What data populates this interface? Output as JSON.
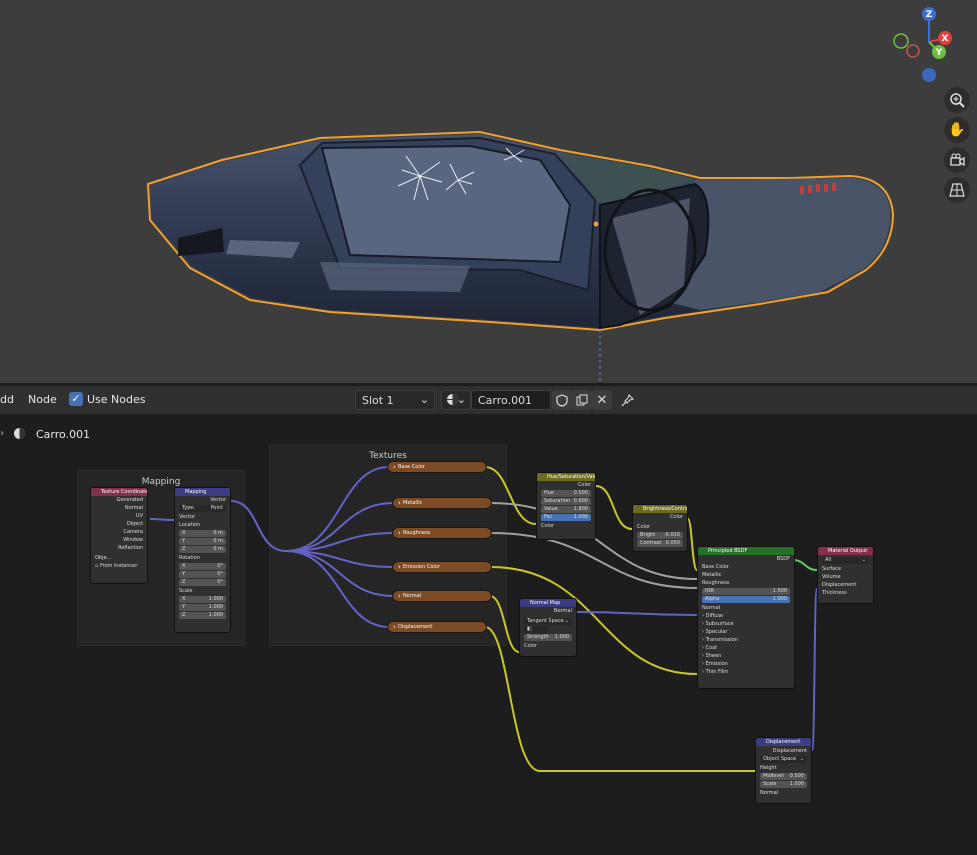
{
  "header": {
    "add_label": "dd",
    "node_label": "Node",
    "use_nodes_label": "Use Nodes",
    "use_nodes_checked": true,
    "slot_label": "Slot 1",
    "material_name": "Carro.001"
  },
  "breadcrumb": {
    "material": "Carro.001"
  },
  "gizmo": {
    "z": "Z",
    "x": "X",
    "y": "Y"
  },
  "frames": {
    "mapping": "Mapping",
    "textures": "Textures"
  },
  "nodes": {
    "texcoord": {
      "title": "Texture Coordinate",
      "outputs": [
        "Generated",
        "Normal",
        "UV",
        "Object",
        "Camera",
        "Window",
        "Reflection"
      ],
      "object_label": "Obje...",
      "from_instancer": "From Instancer"
    },
    "mapping": {
      "title": "Mapping",
      "output": "Vector",
      "type_label": "Type:",
      "type_value": "Point",
      "vector": "Vector",
      "location": "Location",
      "loc": [
        [
          "X",
          "0 m"
        ],
        [
          "Y",
          "0 m"
        ],
        [
          "Z",
          "0 m"
        ]
      ],
      "rotation": "Rotation",
      "rot": [
        [
          "X",
          "0°"
        ],
        [
          "Y",
          "0°"
        ],
        [
          "Z",
          "0°"
        ]
      ],
      "scale": "Scale",
      "scl": [
        [
          "X",
          "1.000"
        ],
        [
          "Y",
          "1.000"
        ],
        [
          "Z",
          "1.000"
        ]
      ]
    },
    "textures": [
      "Base Color",
      "Metallic",
      "Roughness",
      "Emission Color",
      "Normal",
      "Displacement"
    ],
    "huesat": {
      "title": "Hue/Saturation/Value",
      "output": "Color",
      "fields": [
        [
          "Hue",
          "0.500"
        ],
        [
          "Saturation",
          "0.600"
        ],
        [
          "Value",
          "1.800"
        ],
        [
          "Fac",
          "1.000"
        ]
      ],
      "input": "Color"
    },
    "brightcontrast": {
      "title": "Brightness/Contrast",
      "output": "Color",
      "input": "Color",
      "fields": [
        [
          "Bright",
          "-0.010"
        ],
        [
          "Contrast",
          "0.050"
        ]
      ]
    },
    "normalmap": {
      "title": "Normal Map",
      "output": "Normal",
      "space": "Tangent Space",
      "strength_label": "Strength",
      "strength": "1.000",
      "input": "Color"
    },
    "principled": {
      "title": "Principled BSDF",
      "output": "BSDF",
      "inputs": [
        "Base Color",
        "Metallic",
        "Roughness"
      ],
      "ior_label": "IOR",
      "ior": "1.500",
      "alpha_label": "Alpha",
      "alpha": "1.000",
      "normal": "Normal",
      "panels": [
        "Diffuse",
        "Subsurface",
        "Specular",
        "Transmission",
        "Coat",
        "Sheen",
        "Emission",
        "Thin Film"
      ]
    },
    "output": {
      "title": "Material Output",
      "target": "All",
      "inputs": [
        "Surface",
        "Volume",
        "Displacement",
        "Thickness"
      ]
    },
    "displacement": {
      "title": "Displacement",
      "output": "Displacement",
      "space": "Object Space",
      "height": "Height",
      "fields": [
        [
          "Midlevel",
          "0.500"
        ],
        [
          "Scale",
          "1.000"
        ]
      ],
      "normal": "Normal"
    }
  },
  "colors": {
    "accent": "#4772b3",
    "selection": "#f0a030",
    "texture_node": "#7c4a24",
    "wire_vector": "#6363c7",
    "wire_color": "#c7c729",
    "wire_gray": "#a1a1a1",
    "wire_shader": "#63c763"
  }
}
